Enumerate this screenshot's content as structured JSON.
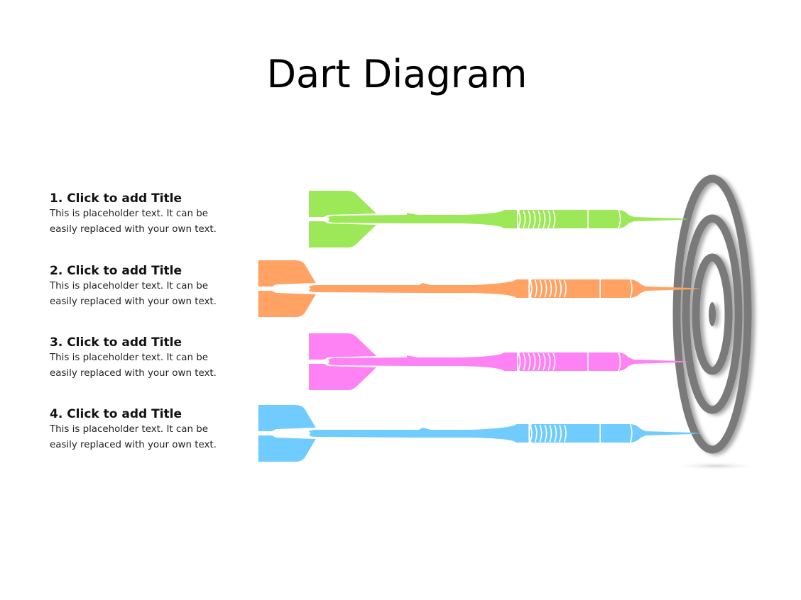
{
  "slide": {
    "title": "Dart Diagram"
  },
  "items": [
    {
      "title": "1. Click to add Title",
      "line1": "This is placeholder  text. It can be",
      "line2": "easily replaced  with your own text.",
      "color": "#9DE858"
    },
    {
      "title": "2. Click to add Title",
      "line1": "This is placeholder  text. It can be",
      "line2": "easily replaced  with your own text.",
      "color": "#FFA263"
    },
    {
      "title": "3. Click to add Title",
      "line1": "This is placeholder  text. It can be",
      "line2": "easily replaced  with your own text.",
      "color": "#FF82F5"
    },
    {
      "title": "4. Click to add Title",
      "line1": "This is placeholder  text. It can be",
      "line2": "easily replaced  with your own text.",
      "color": "#70CCFF"
    }
  ],
  "target": {
    "ring_color": "#7A7A7A",
    "rings": 4
  }
}
